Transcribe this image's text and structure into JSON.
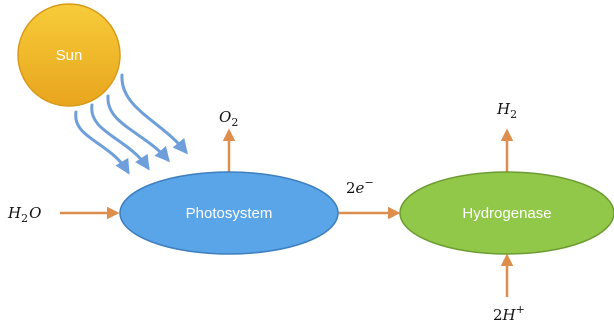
{
  "nodes": {
    "sun": "Sun",
    "photosystem": "Photosystem",
    "hydrogenase": "Hydrogenase"
  },
  "species": {
    "water": {
      "symbol": "H",
      "subscript": "2",
      "tail": "O"
    },
    "oxygen": {
      "symbol": "O",
      "subscript": "2"
    },
    "electrons": {
      "coefficient": "2",
      "symbol": "e",
      "superscript": "−"
    },
    "hydrogen_gas": {
      "symbol": "H",
      "subscript": "2"
    },
    "protons": {
      "coefficient": "2",
      "symbol": "H",
      "superscript": "+"
    }
  },
  "colors": {
    "sun_fill": "#f2b829",
    "photosystem_fill": "#5aa4e8",
    "hydrogenase_fill": "#92c84a",
    "reaction_arrow": "#dd8e4c",
    "light_ray": "#6f9fda"
  }
}
